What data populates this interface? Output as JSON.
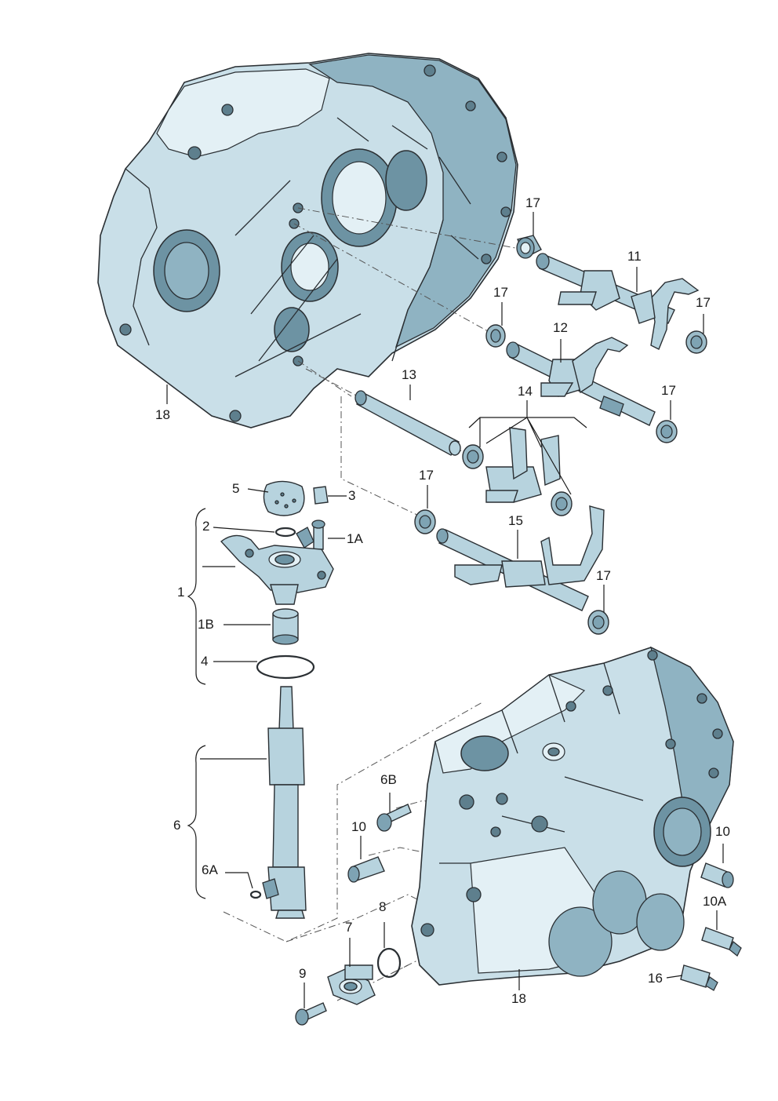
{
  "callouts": [
    {
      "id": "18a",
      "text": "18"
    },
    {
      "id": "17a",
      "text": "17"
    },
    {
      "id": "11",
      "text": "11"
    },
    {
      "id": "17b",
      "text": "17"
    },
    {
      "id": "17c",
      "text": "17"
    },
    {
      "id": "12",
      "text": "12"
    },
    {
      "id": "13",
      "text": "13"
    },
    {
      "id": "14",
      "text": "14"
    },
    {
      "id": "17d",
      "text": "17"
    },
    {
      "id": "17e",
      "text": "17"
    },
    {
      "id": "5",
      "text": "5"
    },
    {
      "id": "3",
      "text": "3"
    },
    {
      "id": "2",
      "text": "2"
    },
    {
      "id": "1A",
      "text": "1A"
    },
    {
      "id": "1",
      "text": "1"
    },
    {
      "id": "1B",
      "text": "1B"
    },
    {
      "id": "15",
      "text": "15"
    },
    {
      "id": "17f",
      "text": "17"
    },
    {
      "id": "4",
      "text": "4"
    },
    {
      "id": "6",
      "text": "6"
    },
    {
      "id": "6B",
      "text": "6B"
    },
    {
      "id": "10a",
      "text": "10"
    },
    {
      "id": "10b",
      "text": "10"
    },
    {
      "id": "6A",
      "text": "6A"
    },
    {
      "id": "10A",
      "text": "10A"
    },
    {
      "id": "7",
      "text": "7"
    },
    {
      "id": "8",
      "text": "8"
    },
    {
      "id": "9",
      "text": "9"
    },
    {
      "id": "16",
      "text": "16"
    },
    {
      "id": "18b",
      "text": "18"
    }
  ]
}
